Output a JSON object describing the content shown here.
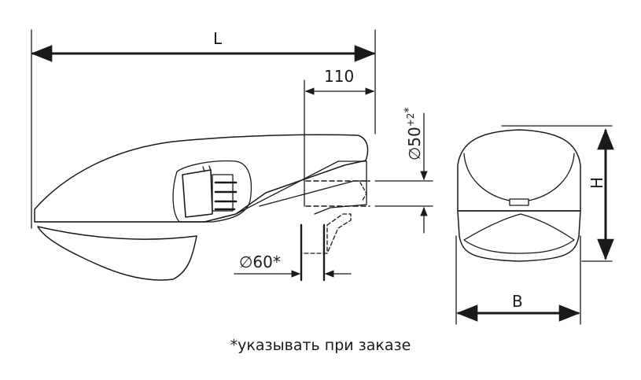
{
  "drawing": {
    "dimensions": {
      "length": "L",
      "offset": "110",
      "pipe_diameter": "∅50",
      "pipe_tolerance": "+2",
      "pipe_note_mark": "*",
      "socket_diameter": "∅60*",
      "height": "H",
      "width": "B"
    },
    "footnote": "*указывать при заказе",
    "colors": {
      "line": "#1a1a1a",
      "background": "#ffffff"
    }
  }
}
